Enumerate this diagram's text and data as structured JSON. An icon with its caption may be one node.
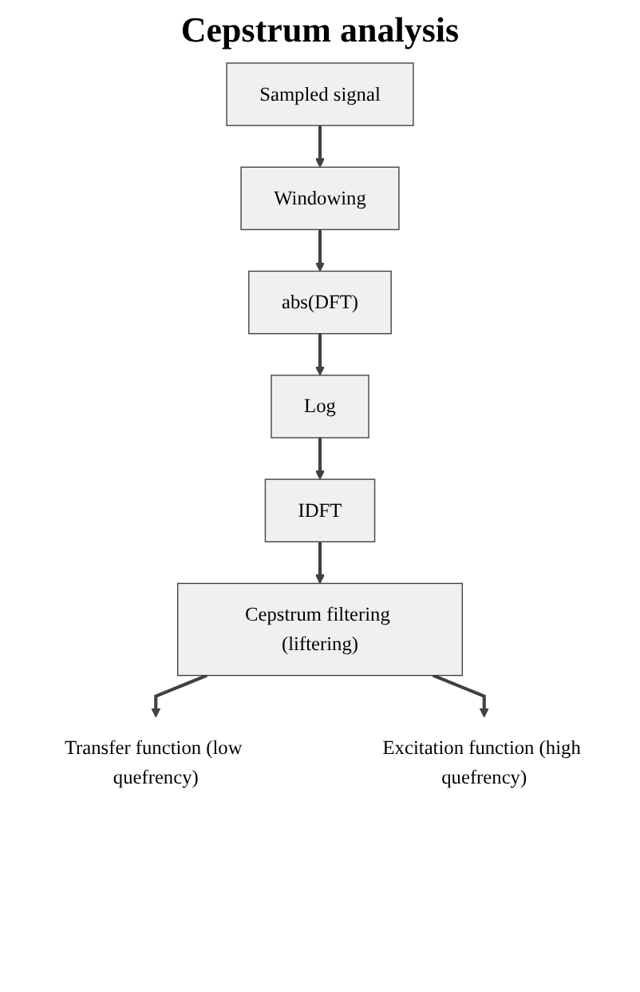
{
  "diagram": {
    "title": "Cepstrum analysis",
    "nodes": [
      {
        "text": [
          "Sampled signal"
        ]
      },
      {
        "text": [
          "Windowing"
        ]
      },
      {
        "text": [
          "abs(DFT)"
        ]
      },
      {
        "text": [
          "Log"
        ]
      },
      {
        "text": [
          "IDFT"
        ]
      },
      {
        "text": [
          "Cepstrum filtering (liftering)"
        ]
      },
      {
        "text": [
          "Transfer function (low quefrency)"
        ]
      },
      {
        "text": [
          "Excitation function (high quefrency)"
        ]
      }
    ],
    "edges": [
      {
        "from": 0,
        "to": 1,
        "arrow": "to"
      },
      {
        "from": 1,
        "to": 2,
        "arrow": "to"
      },
      {
        "from": 2,
        "to": 3,
        "arrow": "to"
      },
      {
        "from": 3,
        "to": 4,
        "arrow": "to"
      },
      {
        "from": 4,
        "to": 5,
        "arrow": "to"
      },
      {
        "from": 5,
        "to": 6,
        "arrow": "to"
      },
      {
        "from": 5,
        "to": 7,
        "arrow": "to"
      }
    ]
  }
}
